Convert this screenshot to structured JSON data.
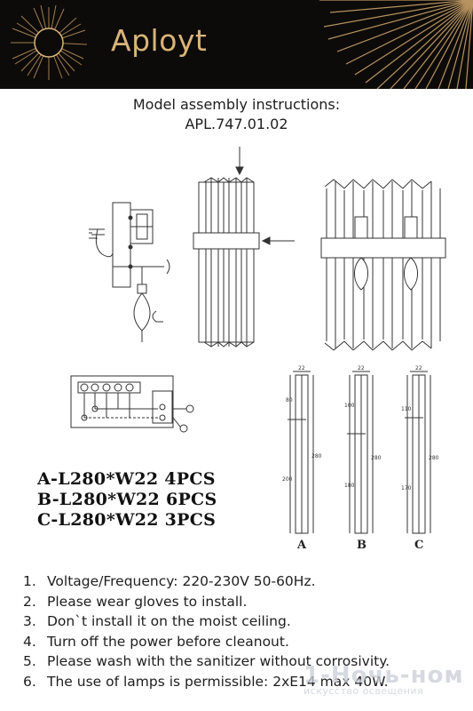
{
  "brand": {
    "name": "Aployt"
  },
  "title": {
    "line1": "Model assembly instructions:",
    "line2": "APL.747.01.02"
  },
  "parts": [
    "A-L280*W22 4PCS",
    "B-L280*W22 6PCS",
    "C-L280*W22 3PCS"
  ],
  "profiles": {
    "labels": [
      "A",
      "B",
      "C"
    ],
    "dimensions": {
      "width": "22",
      "length": "280",
      "a_top": "80",
      "a_bottom": "200",
      "b_top": "100",
      "b_bottom": "180",
      "c_top": "110",
      "c_bottom": "170"
    }
  },
  "notes": [
    {
      "num": "1.",
      "text": "Voltage/Frequency: 220-230V 50-60Hz."
    },
    {
      "num": "2.",
      "text": "Please wear gloves to install."
    },
    {
      "num": "3.",
      "text": "Don`t install it on the moist ceiling."
    },
    {
      "num": "4.",
      "text": "Turn off the power before cleanout."
    },
    {
      "num": "5.",
      "text": "Please wash with the sanitizer without corrosivity."
    },
    {
      "num": "6.",
      "text": "The use of lamps is permissible: 2xE14 max 40W."
    }
  ],
  "watermark": {
    "big": "1-Ночь-ном",
    "small": "искусство освещения"
  },
  "colors": {
    "header_bg": "#0d0b09",
    "brand_gold": "#d9b479",
    "line": "#333333"
  }
}
